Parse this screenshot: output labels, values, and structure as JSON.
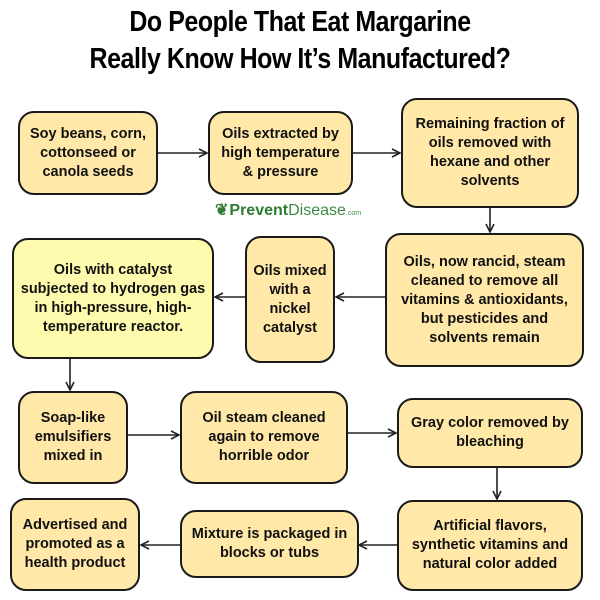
{
  "title": {
    "line1": "Do People That Eat Margarine",
    "line2": "Really Know How It’s Manufactured?"
  },
  "logo": {
    "prefix": "Prevent",
    "suffix": "Disease",
    "tld": ".com"
  },
  "steps": [
    "Soy beans, corn, cottonseed or canola seeds",
    "Oils extracted by high temperature & pressure",
    "Remaining fraction of oils removed with hexane and other solvents",
    "Oils, now rancid, steam cleaned to remove all vitamins & antioxidants, but pesticides and solvents remain",
    "Oils mixed with a nickel catalyst",
    "Oils with catalyst subjected to hydrogen gas in high-pressure, high-temperature reactor.",
    "Soap-like emulsifiers mixed in",
    "Oil steam cleaned again to remove horrible odor",
    "Gray color removed by bleaching",
    "Artificial flavors, synthetic vitamins and natural color added",
    "Mixture is packaged in blocks or tubs",
    "Advertised and promoted as a health product"
  ],
  "colors": {
    "box": "#FFE8A8",
    "highlight_box": "#FFFBAE",
    "logo": "#2e7d32"
  }
}
